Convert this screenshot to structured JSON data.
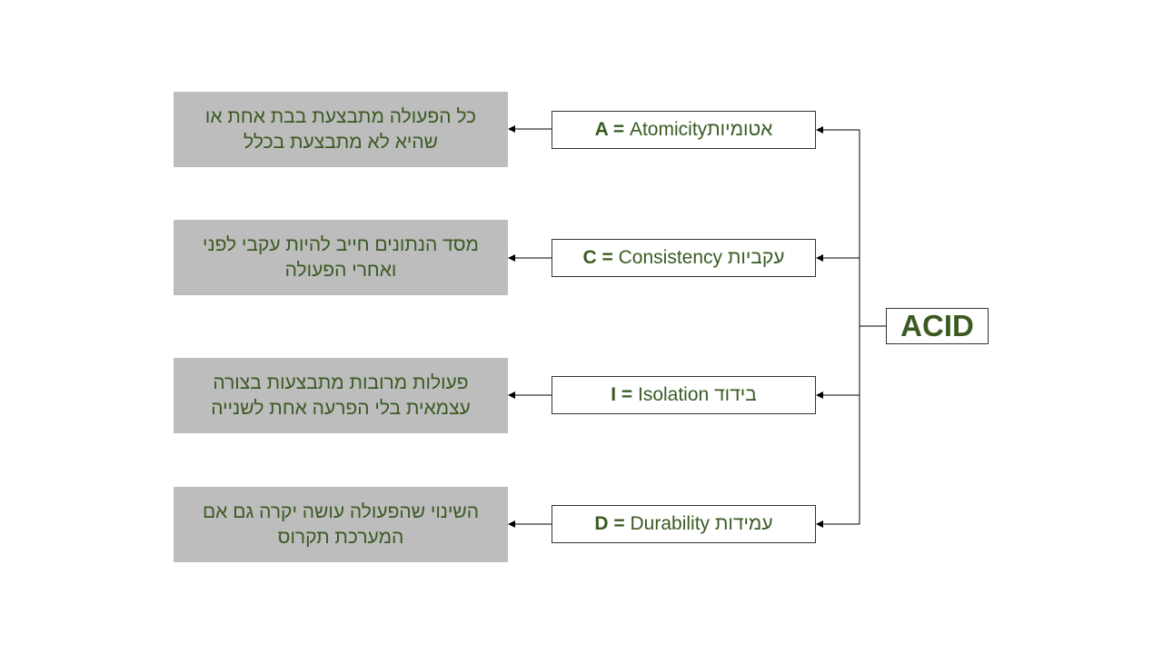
{
  "root": {
    "label": "ACID"
  },
  "properties": [
    {
      "letter": "A =",
      "english": "Atomicity",
      "hebrew": "אטומיות",
      "description": "כל הפעולה מתבצעת בבת אחת או שהיא לא מתבצעת בכלל"
    },
    {
      "letter": "C =",
      "english": "Consistency",
      "hebrew": "עקביות",
      "description": "מסד הנתונים חייב להיות עקבי לפני ואחרי הפעולה"
    },
    {
      "letter": "I =",
      "english": "Isolation",
      "hebrew": "בידוד",
      "description": "פעולות מרובות מתבצעות בצורה עצמאית בלי הפרעה אחת לשנייה"
    },
    {
      "letter": "D =",
      "english": "Durability",
      "hebrew": "עמידות",
      "description": "השינוי שהפעולה עושה יקרה גם אם המערכת תקרוס"
    }
  ],
  "colors": {
    "text": "#3a5a22",
    "description_bg": "#bdbdbd",
    "line": "#333333"
  }
}
